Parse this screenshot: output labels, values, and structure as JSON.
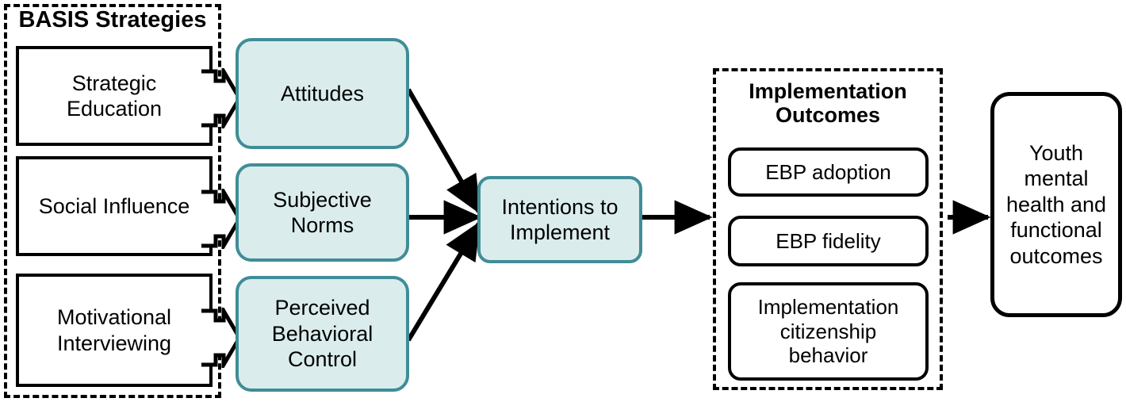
{
  "figure": {
    "type": "process-flow-diagram",
    "background": "#ffffff"
  },
  "colors": {
    "teal_border": "#3f8d97",
    "teal_fill": "#dbecec",
    "line": "#000000",
    "box_fill": "#ffffff"
  },
  "groups": {
    "basis": {
      "title": "BASIS Strategies",
      "items": [
        {
          "label": "Strategic\nEducation"
        },
        {
          "label": "Social Influence"
        },
        {
          "label": "Motivational\nInterviewing"
        }
      ]
    },
    "outcomes": {
      "title": "Implementation\nOutcomes",
      "items": [
        {
          "label": "EBP adoption"
        },
        {
          "label": "EBP fidelity"
        },
        {
          "label": "Implementation\ncitizenship\nbehavior"
        }
      ]
    }
  },
  "constructs": [
    {
      "label": "Attitudes"
    },
    {
      "label": "Subjective\nNorms"
    },
    {
      "label": "Perceived\nBehavioral\nControl"
    }
  ],
  "intentions": {
    "label": "Intentions to\nImplement"
  },
  "final": {
    "label": "Youth\nmental\nhealth and\nfunctional\noutcomes"
  },
  "connectors": {
    "strategy_to_construct": [
      {
        "from": "Strategic Education",
        "to": "Attitudes",
        "style": "block-arrow"
      },
      {
        "from": "Social Influence",
        "to": "Subjective Norms",
        "style": "block-arrow"
      },
      {
        "from": "Motivational Interviewing",
        "to": "Perceived Behavioral Control",
        "style": "block-arrow"
      }
    ],
    "construct_to_intentions": [
      {
        "from": "Attitudes",
        "to": "Intentions to Implement",
        "style": "line-arrow"
      },
      {
        "from": "Subjective Norms",
        "to": "Intentions to Implement",
        "style": "line-arrow"
      },
      {
        "from": "Perceived Behavioral Control",
        "to": "Intentions to Implement",
        "style": "line-arrow"
      }
    ],
    "intentions_to_outcomes": [
      {
        "from": "Intentions to Implement",
        "to": "Implementation Outcomes",
        "style": "line-arrow"
      }
    ],
    "outcomes_to_final": [
      {
        "from": "Implementation Outcomes",
        "to": "Youth mental health and functional outcomes",
        "style": "line-arrow"
      }
    ]
  }
}
